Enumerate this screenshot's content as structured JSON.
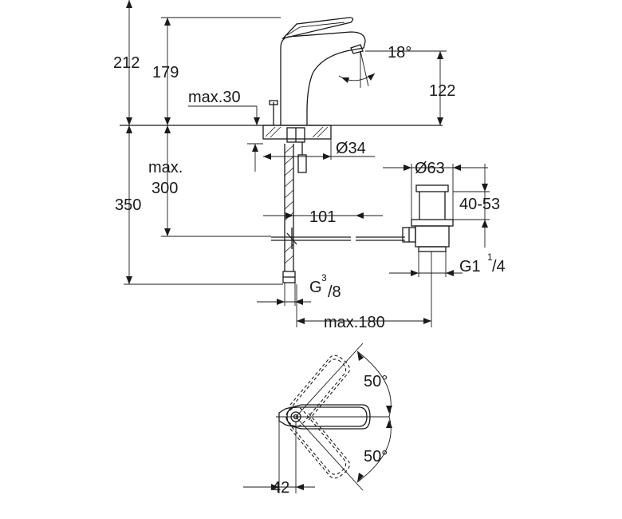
{
  "dimensions": {
    "total_height": "212",
    "spout_height": "179",
    "max_deck": "max.30",
    "spout_angle": "18°",
    "spout_outlet_height": "122",
    "hole_diameter": "Ø34",
    "max_below_line1": "max.",
    "max_below_line2": "300",
    "below_deck": "350",
    "waste_diameter": "Ø63",
    "offset_101": "101",
    "waste_range": "40-53",
    "waste_thread": "G1",
    "waste_thread_num": "1",
    "waste_thread_den": "/4",
    "inlet_thread": "G",
    "inlet_thread_num": "3",
    "inlet_thread_den": "/8",
    "max_reach": "max.180",
    "swing_top": "50°",
    "swing_bottom": "50°",
    "handle_offset": "42"
  }
}
